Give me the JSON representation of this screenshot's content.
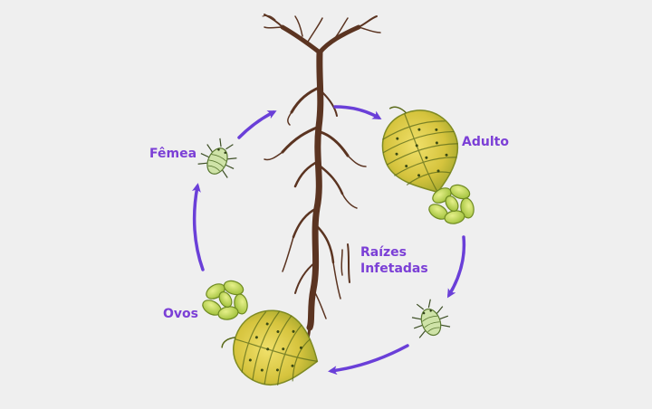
{
  "colors": {
    "background": "#efefef",
    "label": "#7b3fd6",
    "arrow": "#6a3fd8",
    "root": "#5b3421",
    "cyst_fill": "#d6c43e",
    "cyst_shadow": "#9aa22a",
    "egg_fill": "#b8d14a",
    "nymph_fill": "#cfe3a8"
  },
  "labels": {
    "female": "Fêmea",
    "adult": "Adulto",
    "eggs": "Ovos",
    "roots_line1": "Raízes",
    "roots_line2": "Infetadas"
  },
  "icons": {
    "root": "plant-root-icon",
    "adult_cyst": "adult-cyst-icon",
    "eggs": "egg-cluster-icon",
    "nymph": "nymph-bug-icon",
    "arrow": "cycle-arrow-icon"
  }
}
